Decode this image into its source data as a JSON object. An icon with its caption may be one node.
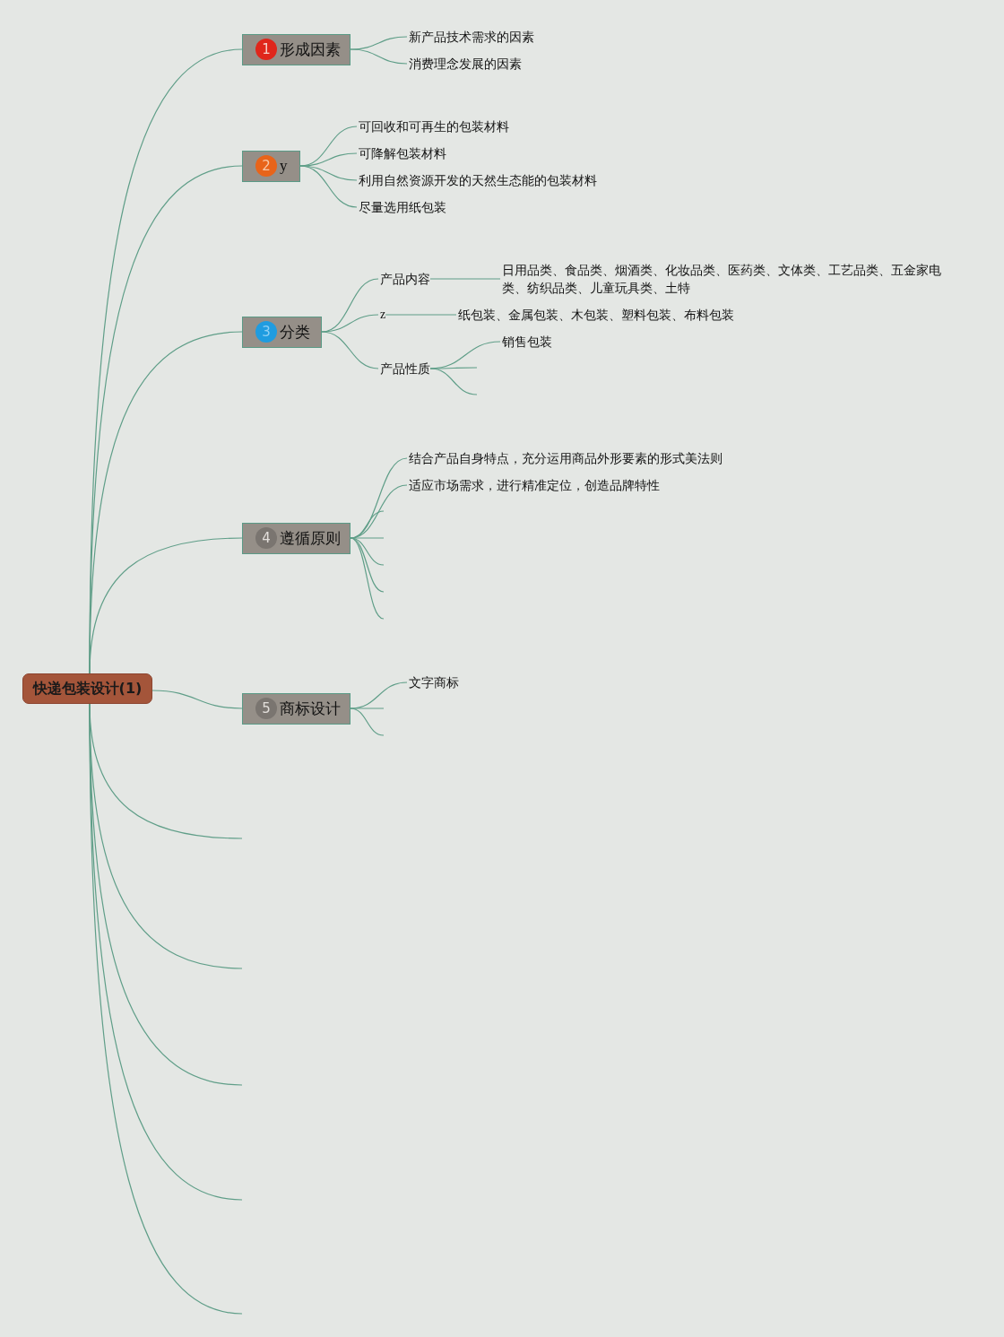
{
  "diagram": {
    "nodes": [
      {
        "text": [
          "快递包装设计(1)"
        ]
      },
      {
        "text": [
          "1",
          "形成因素"
        ]
      },
      {
        "text": [
          "新产品技术需求的因素"
        ]
      },
      {
        "text": [
          "消费理念发展的因素"
        ]
      },
      {
        "text": [
          "2",
          "y"
        ]
      },
      {
        "text": [
          "可回收和可再生的包装材料"
        ]
      },
      {
        "text": [
          "可降解包装材料"
        ]
      },
      {
        "text": [
          "利用自然资源开发的天然生态能的包装材料"
        ]
      },
      {
        "text": [
          "尽量选用纸包装"
        ]
      },
      {
        "text": [
          "3",
          "分类"
        ]
      },
      {
        "text": [
          "产品内容"
        ]
      },
      {
        "text": [
          "日用品类、食品类、烟酒类、化妆品类、医药类、文体类、工艺品类、五金家电类、纺织品类、儿童玩具类、土特"
        ]
      },
      {
        "text": [
          "z"
        ]
      },
      {
        "text": [
          "纸包装、金属包装、木包装、塑料包装、布料包装"
        ]
      },
      {
        "text": [
          "产品性质"
        ]
      },
      {
        "text": [
          "销售包装"
        ]
      },
      {
        "text": [
          "4",
          "遵循原则"
        ]
      },
      {
        "text": [
          "结合产品自身特点，充分运用商品外形要素的形式美法则"
        ]
      },
      {
        "text": [
          "适应市场需求，进行精准定位，创造品牌特性"
        ]
      },
      {
        "text": [
          "5",
          "商标设计"
        ]
      },
      {
        "text": [
          "文字商标"
        ]
      }
    ],
    "edges": [
      {
        "from": 0,
        "to": 1,
        "arrow": "none"
      },
      {
        "from": 0,
        "to": 4,
        "arrow": "none"
      },
      {
        "from": 0,
        "to": 9,
        "arrow": "none"
      },
      {
        "from": 0,
        "to": 16,
        "arrow": "none"
      },
      {
        "from": 0,
        "to": 19,
        "arrow": "none"
      },
      {
        "from": 0,
        "to": null,
        "arrow": "none"
      },
      {
        "from": 0,
        "to": null,
        "arrow": "none"
      },
      {
        "from": 0,
        "to": null,
        "arrow": "none"
      },
      {
        "from": 0,
        "to": null,
        "arrow": "none"
      },
      {
        "from": 0,
        "to": null,
        "arrow": "none"
      },
      {
        "from": 1,
        "to": 2,
        "arrow": "none"
      },
      {
        "from": 1,
        "to": 3,
        "arrow": "none"
      },
      {
        "from": 4,
        "to": 5,
        "arrow": "none"
      },
      {
        "from": 4,
        "to": 6,
        "arrow": "none"
      },
      {
        "from": 4,
        "to": 7,
        "arrow": "none"
      },
      {
        "from": 4,
        "to": 8,
        "arrow": "none"
      },
      {
        "from": 9,
        "to": 10,
        "arrow": "none"
      },
      {
        "from": 9,
        "to": 12,
        "arrow": "none"
      },
      {
        "from": 9,
        "to": 14,
        "arrow": "none"
      },
      {
        "from": 10,
        "to": 11,
        "arrow": "none"
      },
      {
        "from": 12,
        "to": 13,
        "arrow": "none"
      },
      {
        "from": 14,
        "to": 15,
        "arrow": "none"
      },
      {
        "from": 14,
        "to": null,
        "arrow": "none"
      },
      {
        "from": 14,
        "to": null,
        "arrow": "none"
      },
      {
        "from": 16,
        "to": 17,
        "arrow": "none"
      },
      {
        "from": 16,
        "to": 18,
        "arrow": "none"
      },
      {
        "from": 16,
        "to": null,
        "arrow": "none"
      },
      {
        "from": 16,
        "to": null,
        "arrow": "none"
      },
      {
        "from": 16,
        "to": null,
        "arrow": "none"
      },
      {
        "from": 16,
        "to": null,
        "arrow": "none"
      },
      {
        "from": 16,
        "to": null,
        "arrow": "none"
      },
      {
        "from": 19,
        "to": 20,
        "arrow": "none"
      },
      {
        "from": 19,
        "to": null,
        "arrow": "none"
      },
      {
        "from": 19,
        "to": null,
        "arrow": "none"
      }
    ]
  }
}
